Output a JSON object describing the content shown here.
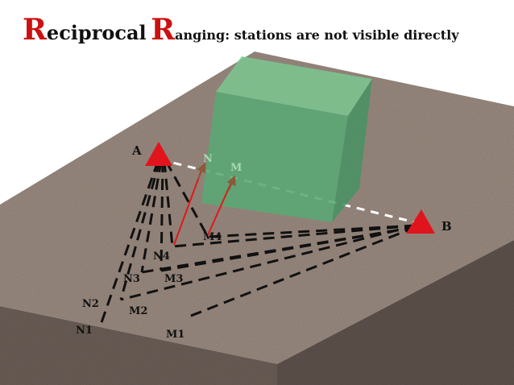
{
  "title": {
    "initial1": "R",
    "word1": "eciprocal",
    "initial2": "R",
    "rest": "anging: stations are not visible directly"
  },
  "colors": {
    "accent": "#e0141c",
    "ground": "#9a8a80",
    "ground_side": "#6b5e57",
    "cube_front": "#5aa874",
    "cube_top": "#7cc590",
    "cube_side": "#4a9264",
    "band": "#8aa6ae"
  },
  "stations": {
    "a": "A",
    "b": "B"
  },
  "points": {
    "n": "N",
    "m": "M",
    "n1": "N1",
    "n2": "N2",
    "n3": "N3",
    "n4": "N4",
    "m1": "M1",
    "m2": "M2",
    "m3": "M3",
    "m4": "M4"
  },
  "icons": {
    "station": "triangle-marker-icon",
    "obstacle": "cube-icon"
  }
}
